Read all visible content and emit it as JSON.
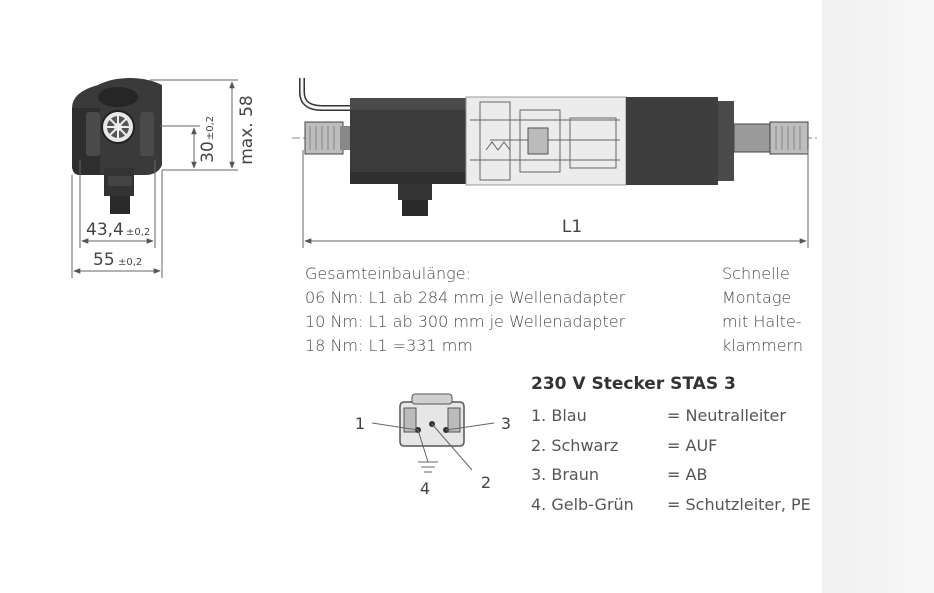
{
  "dimensions": {
    "max58": "max. 58",
    "d30": "30",
    "d30_tol": "±0,2",
    "d43": "43,4",
    "d43_tol": "±0,2",
    "d55": "55",
    "d55_tol": "±0,2",
    "L1": "L1"
  },
  "install_length": {
    "heading": "Gesamteinbaulänge:",
    "lines": [
      "06 Nm: L1 ab 284 mm je Wellenadapter",
      "10 Nm: L1 ab 300 mm je Wellenadapter",
      "18 Nm: L1 =331 mm"
    ]
  },
  "mounting_note": [
    "Schnelle",
    "Montage",
    "mit Halte-",
    "klammern"
  ],
  "connector": {
    "title": "230 V Stecker STAS 3",
    "pin_labels": [
      "1",
      "2",
      "3",
      "4"
    ],
    "pins": [
      {
        "name": "1. Blau",
        "desc": "= Neutralleiter"
      },
      {
        "name": "2. Schwarz",
        "desc": "= AUF"
      },
      {
        "name": "3. Braun",
        "desc": "= AB"
      },
      {
        "name": "4. Gelb-Grün",
        "desc": "= Schutzleiter, PE"
      }
    ]
  }
}
